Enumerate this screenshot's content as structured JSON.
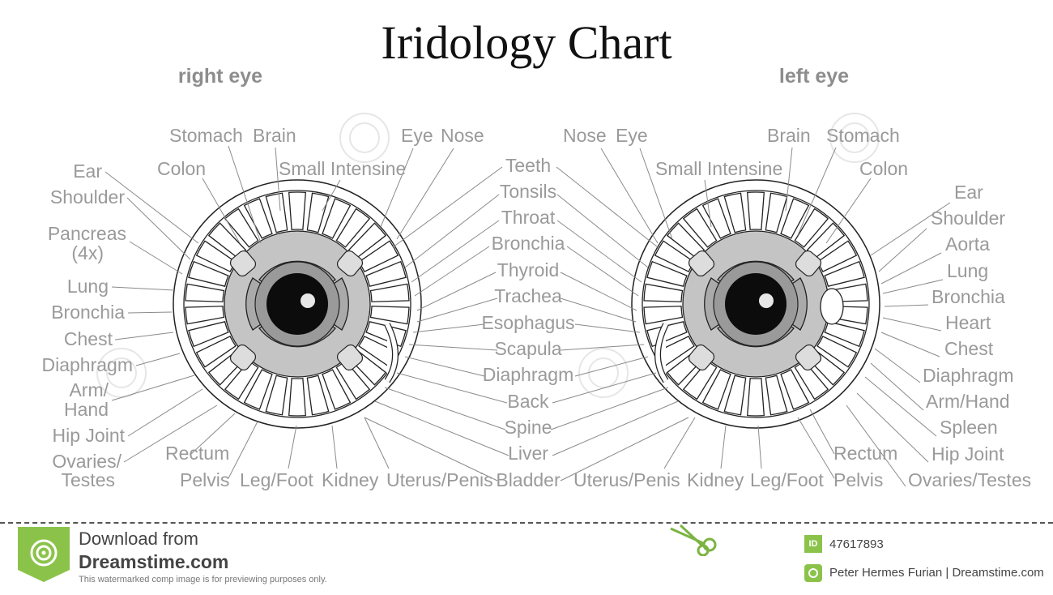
{
  "title": "Iridology Chart",
  "eyes": {
    "right": {
      "label": "right eye",
      "organs_left": [
        "Ear",
        "Shoulder",
        "Pancreas",
        "(4x)",
        "Lung",
        "Bronchia",
        "Chest",
        "Diaphragm",
        "Arm/",
        "Hand",
        "Hip Joint",
        "Ovaries/",
        "Testes"
      ],
      "organs_top": [
        "Stomach",
        "Brain",
        "Colon",
        "Small Intensine",
        "Eye",
        "Nose"
      ],
      "organs_bottom": [
        "Rectum",
        "Pelvis",
        "Leg/Foot",
        "Kidney",
        "Uterus/Penis"
      ]
    },
    "shared_center": [
      "Teeth",
      "Tonsils",
      "Throat",
      "Bronchia",
      "Thyroid",
      "Trachea",
      "Esophagus",
      "Scapula",
      "Diaphragm",
      "Back",
      "Spine",
      "Liver",
      "Bladder"
    ],
    "left": {
      "label": "left eye",
      "organs_top": [
        "Nose",
        "Eye",
        "Small Intensine",
        "Brain",
        "Stomach",
        "Colon"
      ],
      "organs_right": [
        "Ear",
        "Shoulder",
        "Aorta",
        "Lung",
        "Bronchia",
        "Heart",
        "Chest",
        "Diaphragm",
        "Arm/Hand",
        "Spleen",
        "Hip Joint",
        "Ovaries/Testes"
      ],
      "organs_bottom": [
        "Uterus/Penis",
        "Kidney",
        "Leg/Foot",
        "Pelvis",
        "Rectum"
      ]
    }
  },
  "footer": {
    "download_line1": "Download from",
    "download_line2": "Dreamstime.com",
    "disclaimer": "This watermarked comp image is for previewing purposes only.",
    "id_badge": "ID",
    "image_id": "47617893",
    "credit": "Peter Hermes Furian | Dreamstime.com"
  }
}
